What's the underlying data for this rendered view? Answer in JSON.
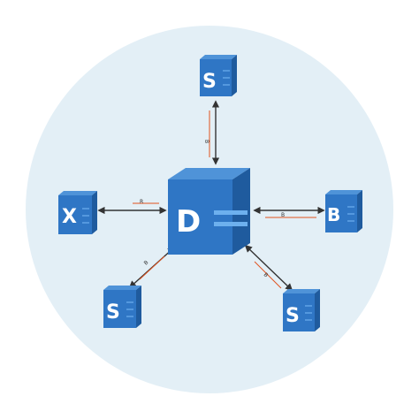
{
  "colors": {
    "circle": "#e3eff6",
    "cube_front": "#2f76c5",
    "cube_top": "#4f93d8",
    "cube_side": "#1f5b9e",
    "arrow": "#333333",
    "accent_line": "#e0531f"
  },
  "center_node": {
    "icon": "database-cube-icon",
    "glyph": "D"
  },
  "nodes": {
    "top": {
      "glyph": "S",
      "edge_label": "B"
    },
    "left": {
      "glyph": "X",
      "edge_label": "R"
    },
    "right": {
      "glyph": "B",
      "edge_label": "B"
    },
    "bottom_left": {
      "glyph": "S",
      "edge_label": "B"
    },
    "bottom_right": {
      "glyph": "S",
      "edge_label": "B"
    }
  }
}
